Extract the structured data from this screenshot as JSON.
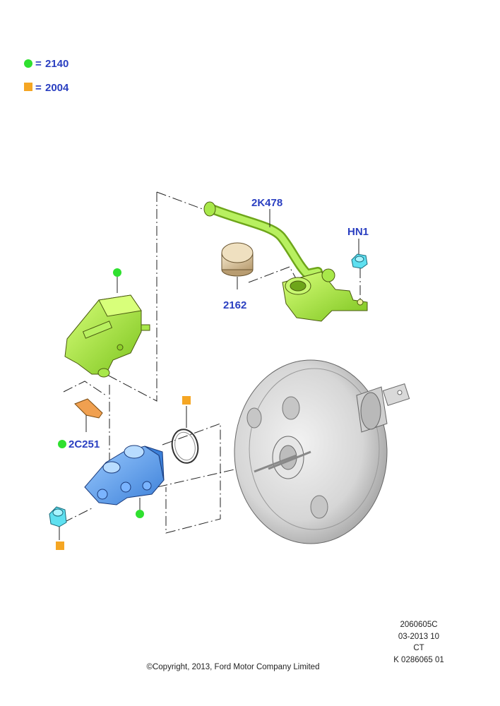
{
  "colors": {
    "green_marker": "#2fe02f",
    "orange_marker": "#f5a623",
    "label_blue": "#2a3fc1",
    "part_green": "#a8e84a",
    "part_blue": "#5aa0f0",
    "part_cyan": "#5ee0f0",
    "part_orange": "#f0a050",
    "cap_tan": "#e2cfae",
    "booster_gray": "#d8d8d8"
  },
  "legend": [
    {
      "marker": "green-circle",
      "equals": "=",
      "code": "2140"
    },
    {
      "marker": "orange-square",
      "equals": "=",
      "code": "2004"
    }
  ],
  "callouts": {
    "pipe": "2K478",
    "nut_top": "HN1",
    "cap": "2162",
    "sensor": "2C251"
  },
  "stamp": {
    "line1": "2060605C",
    "line2": "03-2013 10",
    "line3": "CT",
    "line4": "K 0286065 01"
  },
  "copyright": "©Copyright, 2013, Ford Motor Company Limited"
}
